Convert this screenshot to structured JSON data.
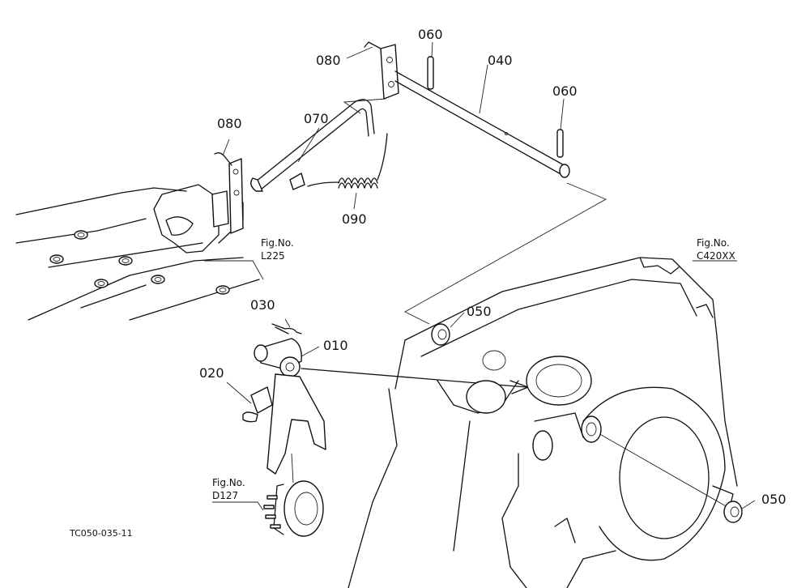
{
  "callouts": {
    "p010": "010",
    "p020": "020",
    "p030": "030",
    "p040": "040",
    "p050_top": "050",
    "p050_bottom": "050",
    "p060_left": "060",
    "p060_right": "060",
    "p070": "070",
    "p080_top": "080",
    "p080_left": "080",
    "p090": "090"
  },
  "figure_refs": {
    "l225": {
      "line1": "Fig.No.",
      "line2": "L225"
    },
    "c420": {
      "line1": "Fig.No.",
      "line2": "C420XX"
    },
    "d127": {
      "line1": "Fig.No.",
      "line2": "D127"
    }
  },
  "drawing_code": "TC050-035-11"
}
